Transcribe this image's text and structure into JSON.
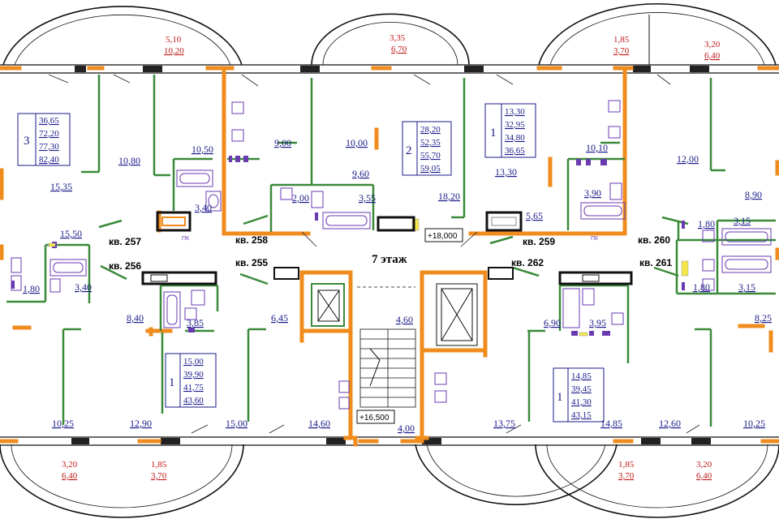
{
  "floor_label": "7 этаж",
  "elevation_marks": [
    "+18,000",
    "+16,500"
  ],
  "apartments": [
    {
      "id": "a257",
      "label": "кв. 257",
      "room_count": "3",
      "areas": [
        "36,65",
        "72,20",
        "77,30",
        "82,40"
      ]
    },
    {
      "id": "a258",
      "label": "кв. 258",
      "room_count": "2",
      "areas": [
        "28,20",
        "52,35",
        "55,70",
        "59,05"
      ]
    },
    {
      "id": "a259",
      "label": "кв. 259",
      "room_count": "1",
      "areas": [
        "13,30",
        "32,95",
        "34,80",
        "36,65"
      ]
    },
    {
      "id": "a260",
      "label": "кв. 260"
    },
    {
      "id": "a256",
      "label": "кв. 256",
      "room_count": "1",
      "areas": [
        "15,00",
        "39,90",
        "41,75",
        "43,60"
      ]
    },
    {
      "id": "a255",
      "label": "кв. 255"
    },
    {
      "id": "a262",
      "label": "кв. 262",
      "room_count": "1",
      "areas": [
        "14,85",
        "39,45",
        "41,30",
        "43,15"
      ]
    },
    {
      "id": "a261",
      "label": "кв. 261"
    }
  ],
  "room_areas": {
    "r1": "15,35",
    "r2": "10,80",
    "r3": "10,50",
    "r4": "9,00",
    "r5": "10,00",
    "r6": "9,60",
    "r7": "2,00",
    "r8": "3,55",
    "r9": "3,40",
    "r10": "18,20",
    "r11": "13,30",
    "r12": "10,10",
    "r13": "3,90",
    "r14": "12,00",
    "r15": "5,65",
    "r16": "8,90",
    "r17": "1,80",
    "r18": "3,15",
    "r19": "15,50",
    "r20": "1,80",
    "r21": "3,40",
    "r22": "8,40",
    "r23": "3,85",
    "r24": "6,45",
    "r25": "4,60",
    "r26": "6,90",
    "r27": "3,95",
    "r28": "1,80",
    "r29": "3,15",
    "r30": "8,25",
    "r31": "10,25",
    "r32": "12,90",
    "r33": "15,00",
    "r34": "14,60",
    "r35": "4,00",
    "r36": "13,75",
    "r37": "14,85",
    "r38": "12,60",
    "r39": "10,25"
  },
  "balcony_areas": {
    "b1": [
      "5,10",
      "10,20"
    ],
    "b2": [
      "3,35",
      "6,70"
    ],
    "b3": [
      "1,85",
      "3,70"
    ],
    "b4": [
      "3,20",
      "6,40"
    ],
    "b5": [
      "3,20",
      "6,40"
    ],
    "b6": [
      "1,85",
      "3,70"
    ],
    "b7": [
      "1,85",
      "3,70"
    ],
    "b8": [
      "3,20",
      "6,40"
    ]
  },
  "shaft_labels": [
    "ПК",
    "ПК"
  ],
  "colors": {
    "bearing_wall": "#f08c1e",
    "partition": "#3a8a3a",
    "outer_wall": "#000000",
    "label_blue": "#1a1a8a",
    "label_red": "#c01818",
    "fixture": "#6a3ab0"
  }
}
